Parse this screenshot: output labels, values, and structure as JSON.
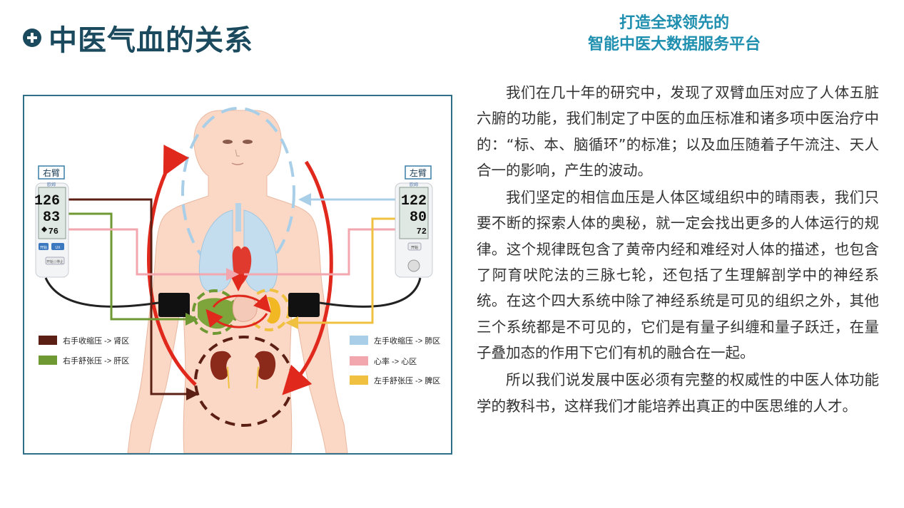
{
  "header": {
    "title": "中医气血的关系",
    "icon": "plus-circle-icon",
    "slogan_line1": "打造全球领先的",
    "slogan_line2": "智能中医大数据服务平台"
  },
  "diagram": {
    "right_arm_label": "右臂",
    "left_arm_label": "左臂",
    "right_monitor": {
      "brand": "欧姆",
      "systolic": "126",
      "diastolic": "83",
      "pulse": "76",
      "btn1": "开始",
      "btn2": "UX",
      "btn3": "开始 | 停止"
    },
    "left_monitor": {
      "brand": "欧姆",
      "systolic": "122",
      "diastolic": "80",
      "pulse": "72",
      "btn1": "开始"
    },
    "legend": [
      {
        "label": "右手收缩压 -> 肾区",
        "color": "#5c1f14"
      },
      {
        "label": "右手舒张压 -> 肝区",
        "color": "#6f9a33"
      },
      {
        "label": "左手收缩压 -> 肺区",
        "color": "#a9cfe8"
      },
      {
        "label": "心率 -> 心区",
        "color": "#f2a6ad"
      },
      {
        "label": "左手舒张压 -> 脾区",
        "color": "#f0c040"
      }
    ],
    "colors": {
      "skin": "#fbd8c6",
      "arrow": "#e0281c",
      "head_ring": "#a9cfe8",
      "kidney_ring": "#5c1f14",
      "cuff": "#111111",
      "border": "#2f6f88"
    }
  },
  "paragraphs": [
    "我们在几十年的研究中，发现了双臂血压对应了人体五脏六腑的功能，我们制定了中医的血压标准和诸多项中医治疗中的：“标、本、脑循环”的标准；以及血压随着子午流注、天人合一的影响，产生的波动。",
    "我们坚定的相信血压是人体区域组织中的晴雨表，我们只要不断的探索人体的奥秘，就一定会找出更多的人体运行的规律。这个规律既包含了黄帝内经和难经对人体的描述，也包含了阿育吠陀法的三脉七轮，还包括了生理解剖学中的神经系统。在这个四大系统中除了神经系统是可见的组织之外，其他三个系统都是不可见的，它们是有量子纠缠和量子跃迁，在量子叠加态的作用下它们有机的融合在一起。",
    "所以我们说发展中医必须有完整的权威性的中医人体功能学的教科书，这样我们才能培养出真正的中医思维的人才。"
  ]
}
